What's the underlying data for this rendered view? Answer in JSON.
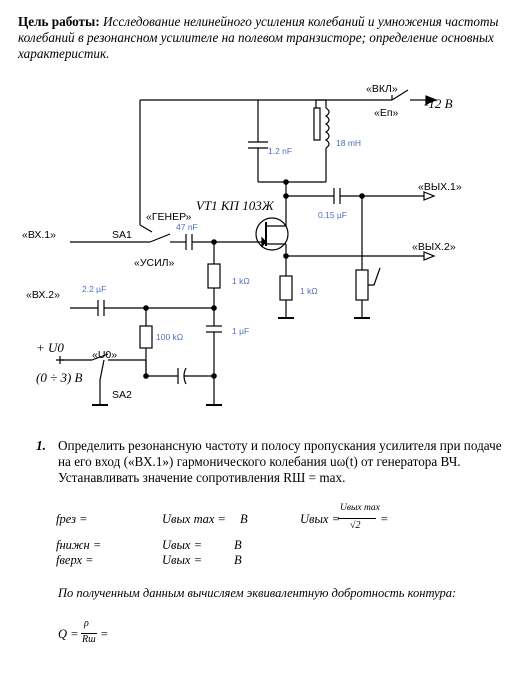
{
  "goal": {
    "label": "Цель работы:",
    "text": "Исследование нелинейного усиления колебаний и умножения частоты колебаний в резонансном усилителе на полевом транзисторе; определение основных характеристик."
  },
  "circuit": {
    "vkl": "«ВКЛ»",
    "supply": "-12 В",
    "ep": "«Eп»",
    "c_tank": "1.2 nF",
    "l_tank": "18 mH",
    "transistor": "VT1 КП 103Ж",
    "vyh1": "«ВЫХ.1»",
    "c_out": "0.15 µF",
    "vyh2": "«ВЫХ.2»",
    "vx1": "«ВХ.1»",
    "sa1": "SA1",
    "gener": "«ГЕНЕР»",
    "c_in": "47 nF",
    "usil": "«УСИЛ»",
    "r_gate": "1 kΩ",
    "r_source": "1 kΩ",
    "vx2": "«ВХ.2»",
    "c_vx2": "2.2 µF",
    "c_bias": "1 µF",
    "r_bias": "100 kΩ",
    "u0_plus": "+ U0",
    "u0_switch": "«U0»",
    "u0_range": "(0 ÷ 3) В",
    "sa2": "SA2"
  },
  "task1": {
    "number": "1.",
    "text": "Определить резонансную частоту и полосу пропускания усилителя при подаче на его вход («ВХ.1») гармонического колебания uω(t) от генератора ВЧ. Устанавливать значение сопротивления RШ = max."
  },
  "formulas": {
    "f_rez": "fрез =",
    "u_max": "Uвых max =",
    "u_max_unit": "В",
    "u_eq_lhs": "Uвых =",
    "u_eq_num": "Uвых max",
    "u_eq_den": "√2",
    "u_eq_tail": "=",
    "f_nizh": "fнижн =",
    "u_nizh": "Uвых =",
    "u_nizh_unit": "В",
    "f_verh": "fверх =",
    "u_verh": "Uвых =",
    "u_verh_unit": "В",
    "q_note": "По полученным данным вычисляем эквивалентную добротность контура:",
    "q_lhs": "Q =",
    "q_num": "ρ",
    "q_den": "Rш",
    "q_tail": "="
  }
}
